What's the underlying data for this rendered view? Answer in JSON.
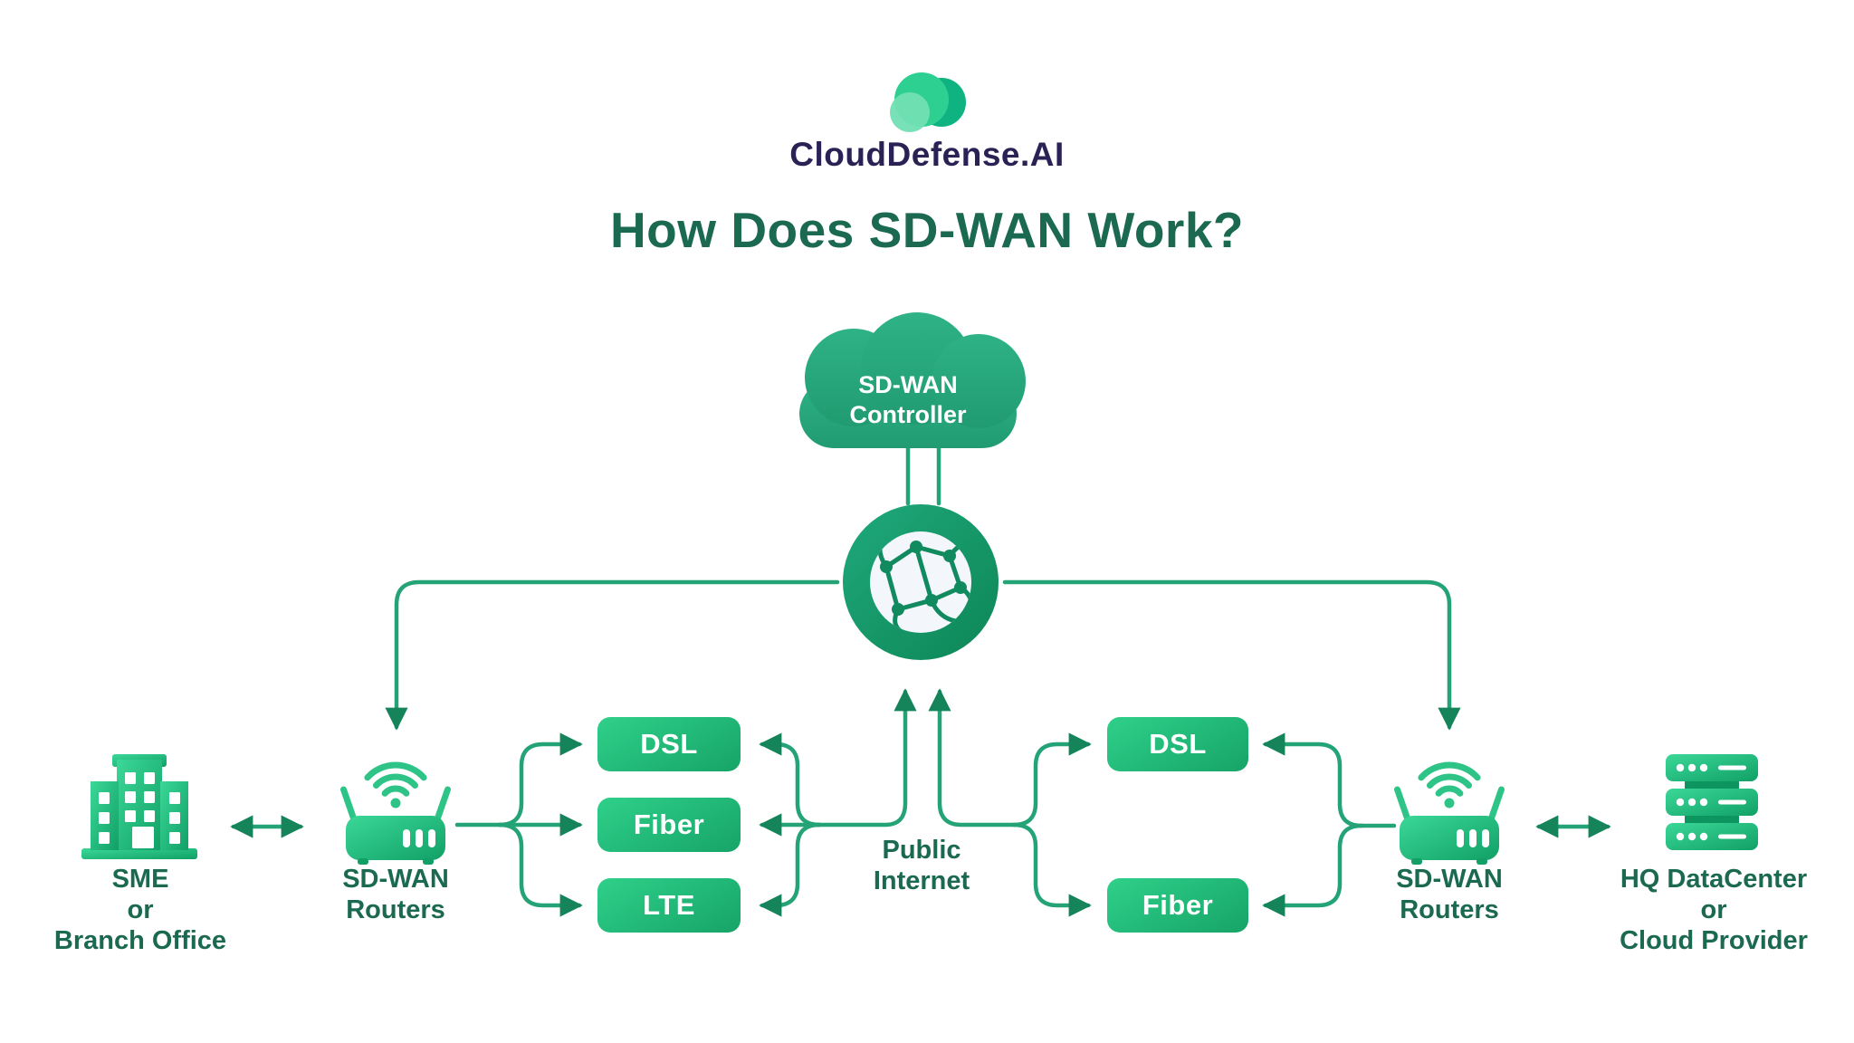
{
  "brand": {
    "name": "CloudDefense.AI"
  },
  "title": "How Does SD-WAN Work?",
  "nodes": {
    "controller": {
      "label": "SD-WAN\nController"
    },
    "public_internet": {
      "label": "Public\nInternet"
    },
    "sme": {
      "label": "SME\nor\nBranch Office"
    },
    "left_router": {
      "label": "SD-WAN\nRouters"
    },
    "right_router": {
      "label": "SD-WAN\nRouters"
    },
    "hq": {
      "label": "HQ DataCenter\nor\nCloud Provider"
    }
  },
  "links": {
    "left": [
      "DSL",
      "Fiber",
      "LTE"
    ],
    "right": [
      "DSL",
      "Fiber"
    ]
  },
  "icons": {
    "brand_logo": "overlapping-circles-cloud",
    "controller": "cloud-icon",
    "internet": "globe-network-icon",
    "sme": "building-icon",
    "routers": "wifi-router-icon",
    "hq": "server-rack-icon"
  },
  "colors": {
    "background": "#ffffff",
    "line_green": "#23a376",
    "arrow_green": "#15845a",
    "dark_text_green": "#1a6950",
    "brand_navy": "#2a2254",
    "cloud_green": "#2aa87c",
    "box_gradient_start": "#2fd08a",
    "box_gradient_end": "#16a467",
    "icon_gradient_start": "#3bd898",
    "icon_gradient_end": "#11a066",
    "globe_ring_start": "#1fa97b",
    "globe_ring_end": "#0d8657"
  }
}
